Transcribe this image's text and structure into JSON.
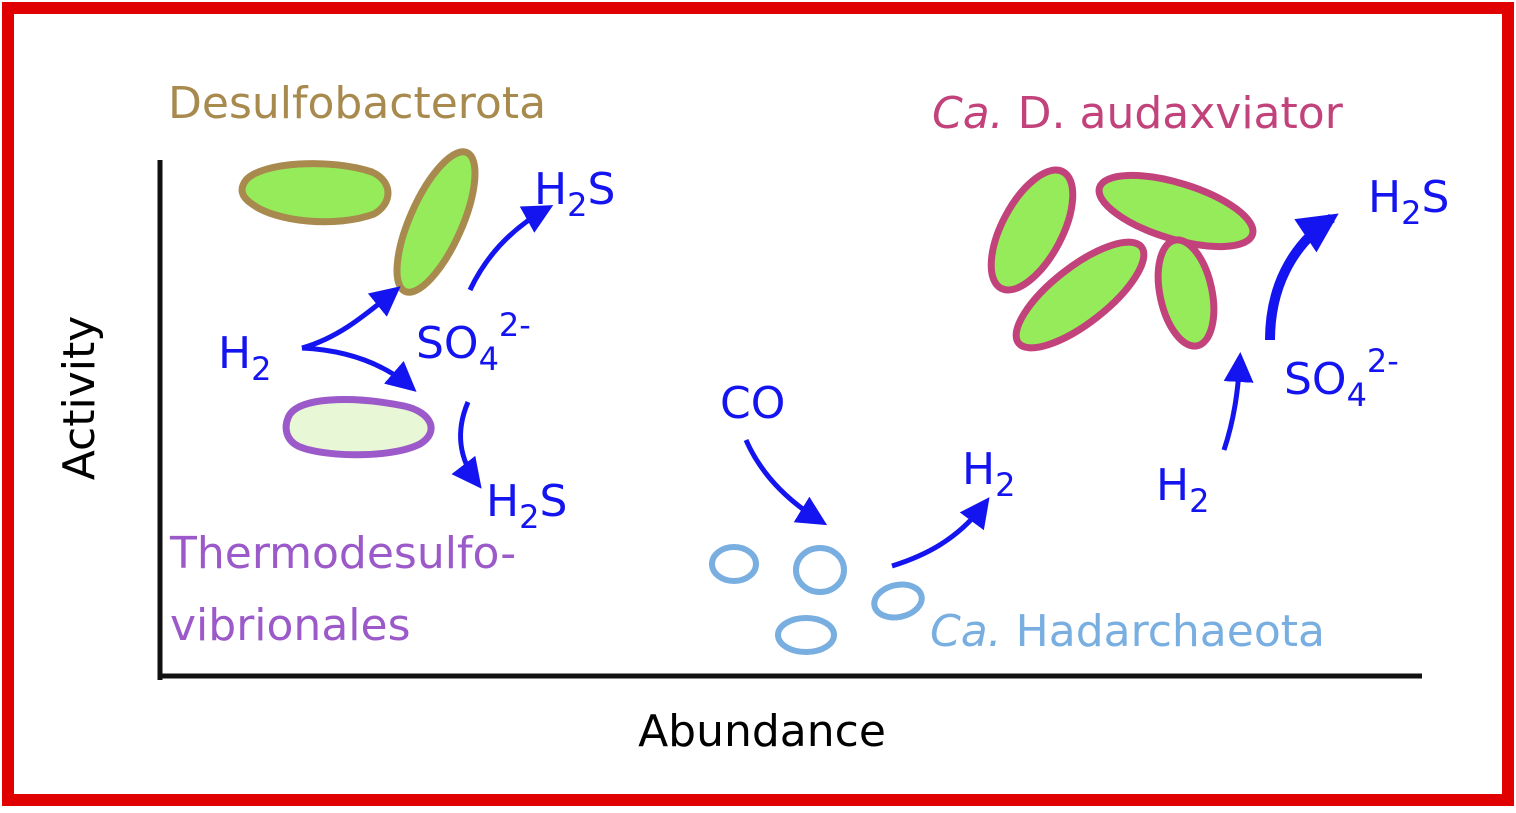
{
  "axes": {
    "x_label": "Abundance",
    "y_label": "Activity"
  },
  "groups": {
    "desulfobacterota": {
      "label": "Desulfobacterota"
    },
    "thermo": {
      "line1": "Thermodesulfo-",
      "line2": "vibrionales"
    },
    "audaxviator": {
      "label_ca": "Ca.",
      "label_rest": " D. audaxviator"
    },
    "hadarchaeota": {
      "label_ca": "Ca.",
      "label_rest": " Hadarchaeota"
    }
  },
  "chemicals": {
    "h2": {
      "base": "H",
      "sub": "2"
    },
    "h2s": {
      "base1": "H",
      "sub": "2",
      "base2": "S"
    },
    "so4": {
      "base": "SO",
      "sub": "4",
      "sup": "2-"
    },
    "co": "CO"
  },
  "colors": {
    "frame": "#e00000",
    "chemical_blue": "#1414f0",
    "cell_fill": "#96eb5a",
    "desulfobacterota": "#a88a4e",
    "thermo": "#9b59c9",
    "thermo_fill": "#e8f7d6",
    "audaxviator": "#c2437b",
    "hadarchaeota": "#78aee0",
    "axis": "#111111"
  }
}
